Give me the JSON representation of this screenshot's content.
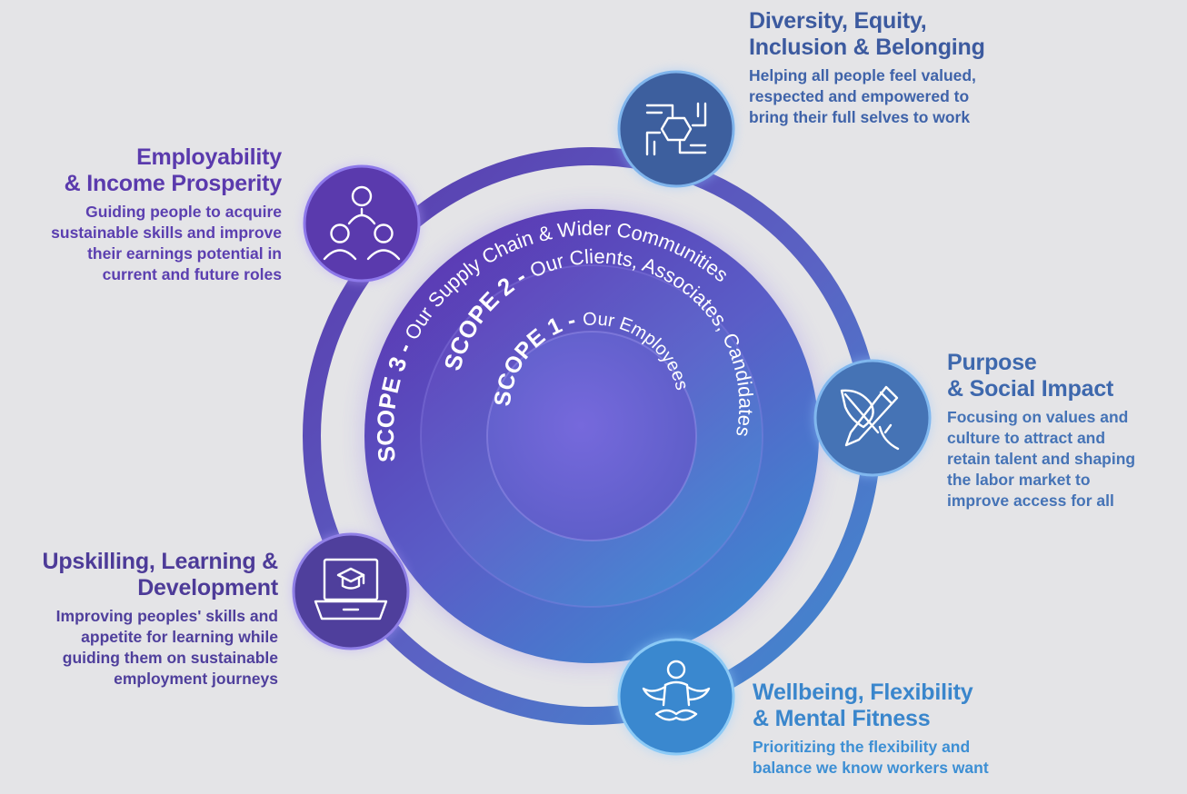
{
  "colors": {
    "background": "#e4e4e7",
    "purple": "#5b3fb0",
    "blue": "#3d89cc",
    "mid": "#4f6ec2"
  },
  "scopes": [
    {
      "id": "scope3",
      "label": "SCOPE 3 - ",
      "text": "Our Supply Chain & Wider Communities"
    },
    {
      "id": "scope2",
      "label": "SCOPE 2 - ",
      "text": "Our Clients, Associates, Candidates"
    },
    {
      "id": "scope1",
      "label": "SCOPE 1 - ",
      "text": "Our Employees"
    }
  ],
  "pillars": {
    "employability": {
      "icon": "people-group-icon",
      "title": "Employability\n& Income Prosperity",
      "description": "Guiding people to acquire\nsustainable skills and improve\ntheir earnings potential in\ncurrent and future roles"
    },
    "dei": {
      "icon": "linked-hands-icon",
      "title": "Diversity, Equity,\nInclusion & Belonging",
      "description": "Helping all people feel valued,\nrespected and empowered to\nbring their full selves to work"
    },
    "purpose": {
      "icon": "pen-and-leaf-icon",
      "title": "Purpose\n& Social Impact",
      "description": "Focusing on values and\nculture to attract and\nretain talent and shaping\nthe labor market to\nimprove access for all"
    },
    "upskilling": {
      "icon": "laptop-graduation-cap-icon",
      "title": "Upskilling, Learning &\nDevelopment",
      "description": "Improving peoples' skills and\nappetite for learning while\nguiding them on sustainable\nemployment journeys"
    },
    "wellbeing": {
      "icon": "meditation-figure-icon",
      "title": "Wellbeing, Flexibility\n& Mental Fitness",
      "description": "Prioritizing the flexibility and\nbalance we know workers want"
    }
  }
}
